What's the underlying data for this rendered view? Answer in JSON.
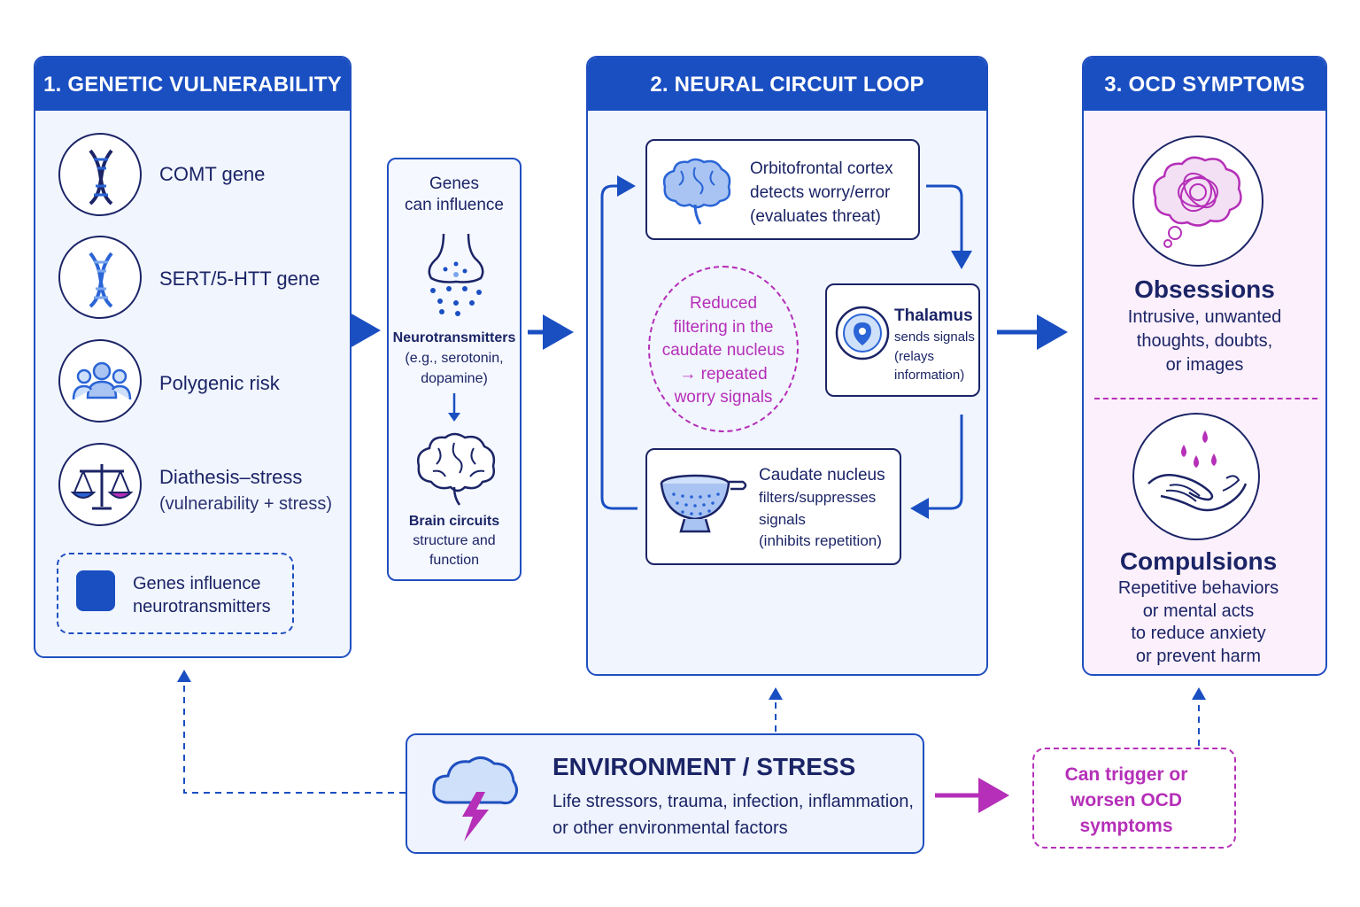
{
  "panel1": {
    "title": "1. GENETIC VULNERABILITY",
    "items": [
      {
        "label": "COMT gene"
      },
      {
        "label": "SERT/5-HTT gene"
      },
      {
        "label": "Polygenic risk"
      },
      {
        "label": "Diathesis–stress",
        "sub": "(vulnerability + stress)"
      }
    ],
    "note": [
      "Genes influence",
      "neurotransmitters"
    ]
  },
  "middle": {
    "title": [
      "Genes",
      "can influence"
    ],
    "neuro_title": "Neurotransmitters",
    "neuro_sub": [
      "(e.g., serotonin,",
      "dopamine)"
    ],
    "brain_title": "Brain circuits",
    "brain_sub": [
      "structure and",
      "function"
    ]
  },
  "panel2": {
    "title": "2. NEURAL CIRCUIT LOOP",
    "ofc": [
      "Orbitofrontal cortex",
      "detects worry/error",
      "(evaluates threat)"
    ],
    "thalamus_title": "Thalamus",
    "thalamus_sub": [
      "sends signals",
      "(relays",
      "information)"
    ],
    "caudate_title": "Caudate nucleus",
    "caudate_sub": [
      "filters/suppresses",
      "signals",
      "(inhibits repetition)"
    ],
    "reduced": [
      "Reduced",
      "filtering in the",
      "caudate nucleus",
      "→ repeated",
      "worry signals"
    ]
  },
  "panel3": {
    "title": "3. OCD SYMPTOMS",
    "obs_title": "Obsessions",
    "obs_desc": [
      "Intrusive, unwanted",
      "thoughts, doubts,",
      "or images"
    ],
    "comp_title": "Compulsions",
    "comp_desc": [
      "Repetitive behaviors",
      "or mental acts",
      "to reduce anxiety",
      "or prevent harm"
    ]
  },
  "environment": {
    "title": "ENVIRONMENT / STRESS",
    "desc": [
      "Life stressors, trauma, infection, inflammation,",
      "or other environmental factors"
    ]
  },
  "trigger": [
    "Can trigger or",
    "worsen OCD",
    "symptoms"
  ],
  "colors": {
    "blue": "#1a4fc2",
    "navy": "#1b2466",
    "magenta": "#b52fb8",
    "panel_bg": "#f1f5fe",
    "pink_bg": "#fbf0fb"
  }
}
